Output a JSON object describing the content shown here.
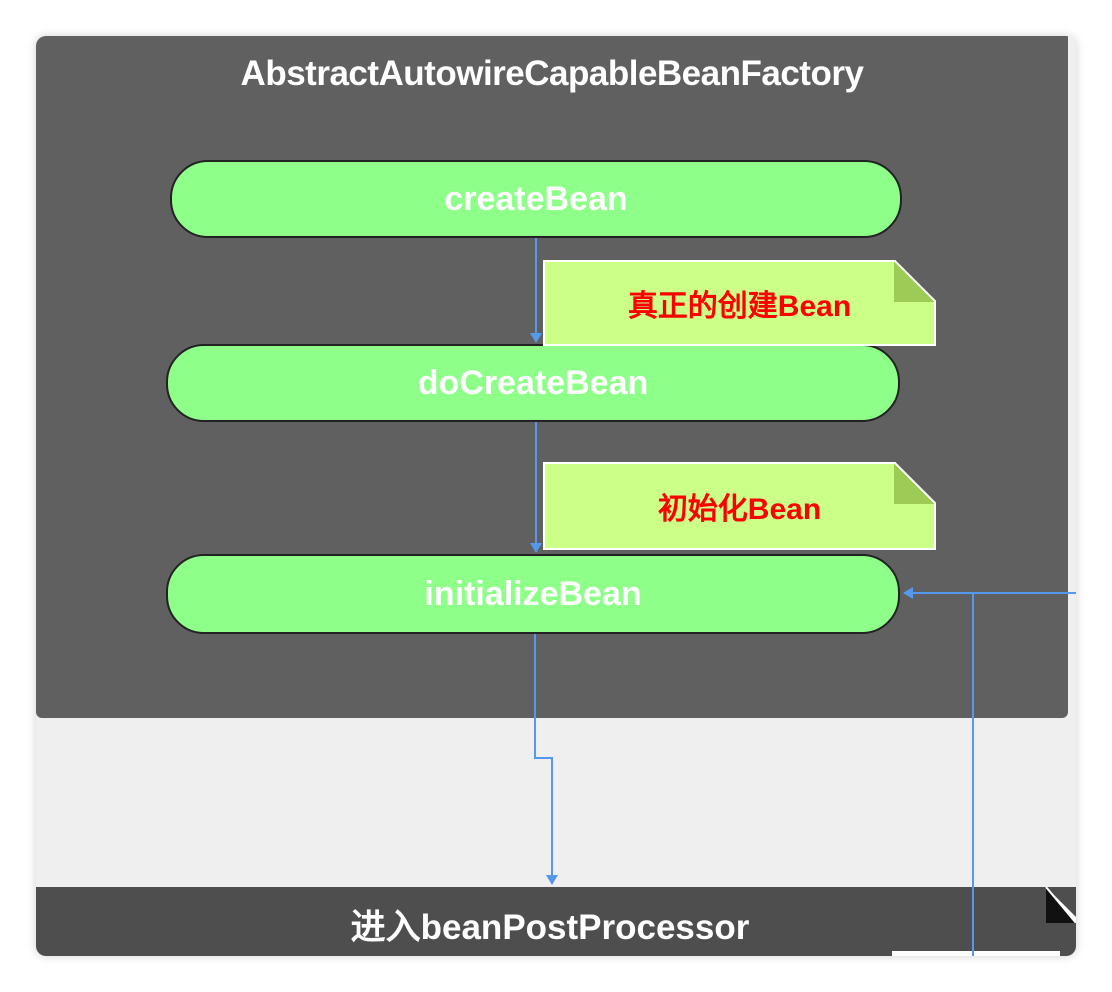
{
  "diagram": {
    "container_title": "AbstractAutowireCapableBeanFactory",
    "nodes": [
      {
        "id": "createBean",
        "label": "createBean"
      },
      {
        "id": "doCreateBean",
        "label": "doCreateBean"
      },
      {
        "id": "initializeBean",
        "label": "initializeBean"
      }
    ],
    "notes": [
      {
        "label": "真正的创建Bean"
      },
      {
        "label": "初始化Bean"
      }
    ],
    "bottom_block": {
      "label": "进入beanPostProcessor"
    },
    "colors": {
      "container": "#606060",
      "node_fill": "#8eff88",
      "note_fill": "#ccff88",
      "note_text": "#ff0000",
      "arrow": "#5599ee",
      "bottom_block": "#4e4e4e"
    }
  }
}
